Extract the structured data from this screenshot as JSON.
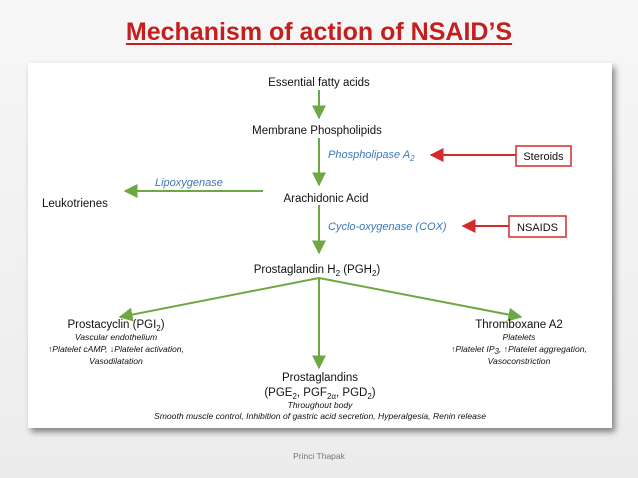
{
  "slide": {
    "title": "Mechanism of action of NSAID’S",
    "footer": "Princi Thapak"
  },
  "diagram": {
    "essential_fatty_acids": "Essential fatty acids",
    "membrane_phospholipids": "Membrane Phospholipids",
    "phospholipase": {
      "main": "Phospholipase A",
      "sub": "2"
    },
    "steroids": "Steroids",
    "lipoxygenase": "Lipoxygenase",
    "leukotrienes": "Leukotrienes",
    "arachidonic_acid": "Arachidonic Acid",
    "cox": "Cyclo-oxygenase (COX)",
    "nsaids": "NSAIDS",
    "pgh2": {
      "pre": "Prostaglandin H",
      "sub": "2",
      "mid": " (PGH",
      "sub2": "2",
      "post": ")"
    },
    "prostacyclin": {
      "name_pre": "Prostacyclin (PGI",
      "name_sub": "2",
      "name_post": ")",
      "line1": "Vascular endothelium",
      "line2": "↑Platelet cAMP, ↓Platelet activation,",
      "line3": "Vasodilatation"
    },
    "thromboxane": {
      "name": "Thromboxane A2",
      "line1": "Platelets",
      "line2_pre": "↑Platelet IP",
      "line2_sub": "3",
      "line2_post": ", ↑Platelet aggregation,",
      "line3": "Vasoconstriction"
    },
    "prostaglandins": {
      "name": "Prostaglandins",
      "line_pre": "(PGE",
      "s1": "2",
      "mid1": ", PGF",
      "s2": "2α",
      "mid2": ", PGD",
      "s3": "2",
      "post": ")",
      "note1": "Throughout body",
      "note2": "Smooth muscle control, Inhibition of gastric acid secretion, Hyperalgesia, Renin release"
    }
  },
  "colors": {
    "title": "#c41e1e",
    "arrow_green": "#6ea845",
    "arrow_red": "#d42a2a",
    "enzyme_blue": "#3a77b8"
  }
}
